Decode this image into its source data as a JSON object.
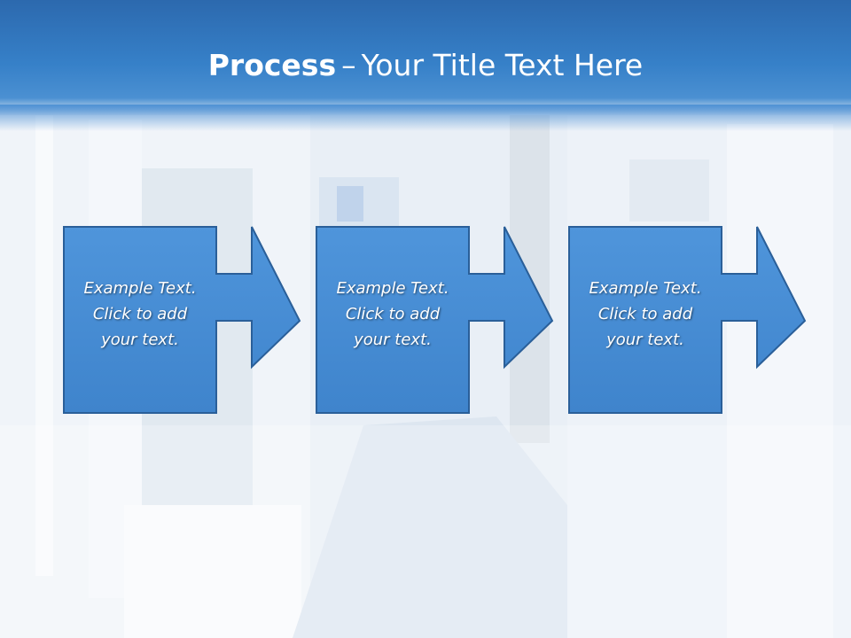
{
  "slide": {
    "title_bold": "Process",
    "title_dash": "–",
    "title_rest": "Your Title Text Here"
  },
  "steps": [
    {
      "line1": "Example Text.",
      "line2": "Click  to add",
      "line3": "your text."
    },
    {
      "line1": "Example Text.",
      "line2": "Click  to add",
      "line3": "your text."
    },
    {
      "line1": "Example Text.",
      "line2": "Click  to add",
      "line3": "your text."
    }
  ],
  "colors": {
    "header": "#3680c8",
    "box_fill": "#4a90d8",
    "box_border": "#2a5f99",
    "text": "#ffffff"
  }
}
